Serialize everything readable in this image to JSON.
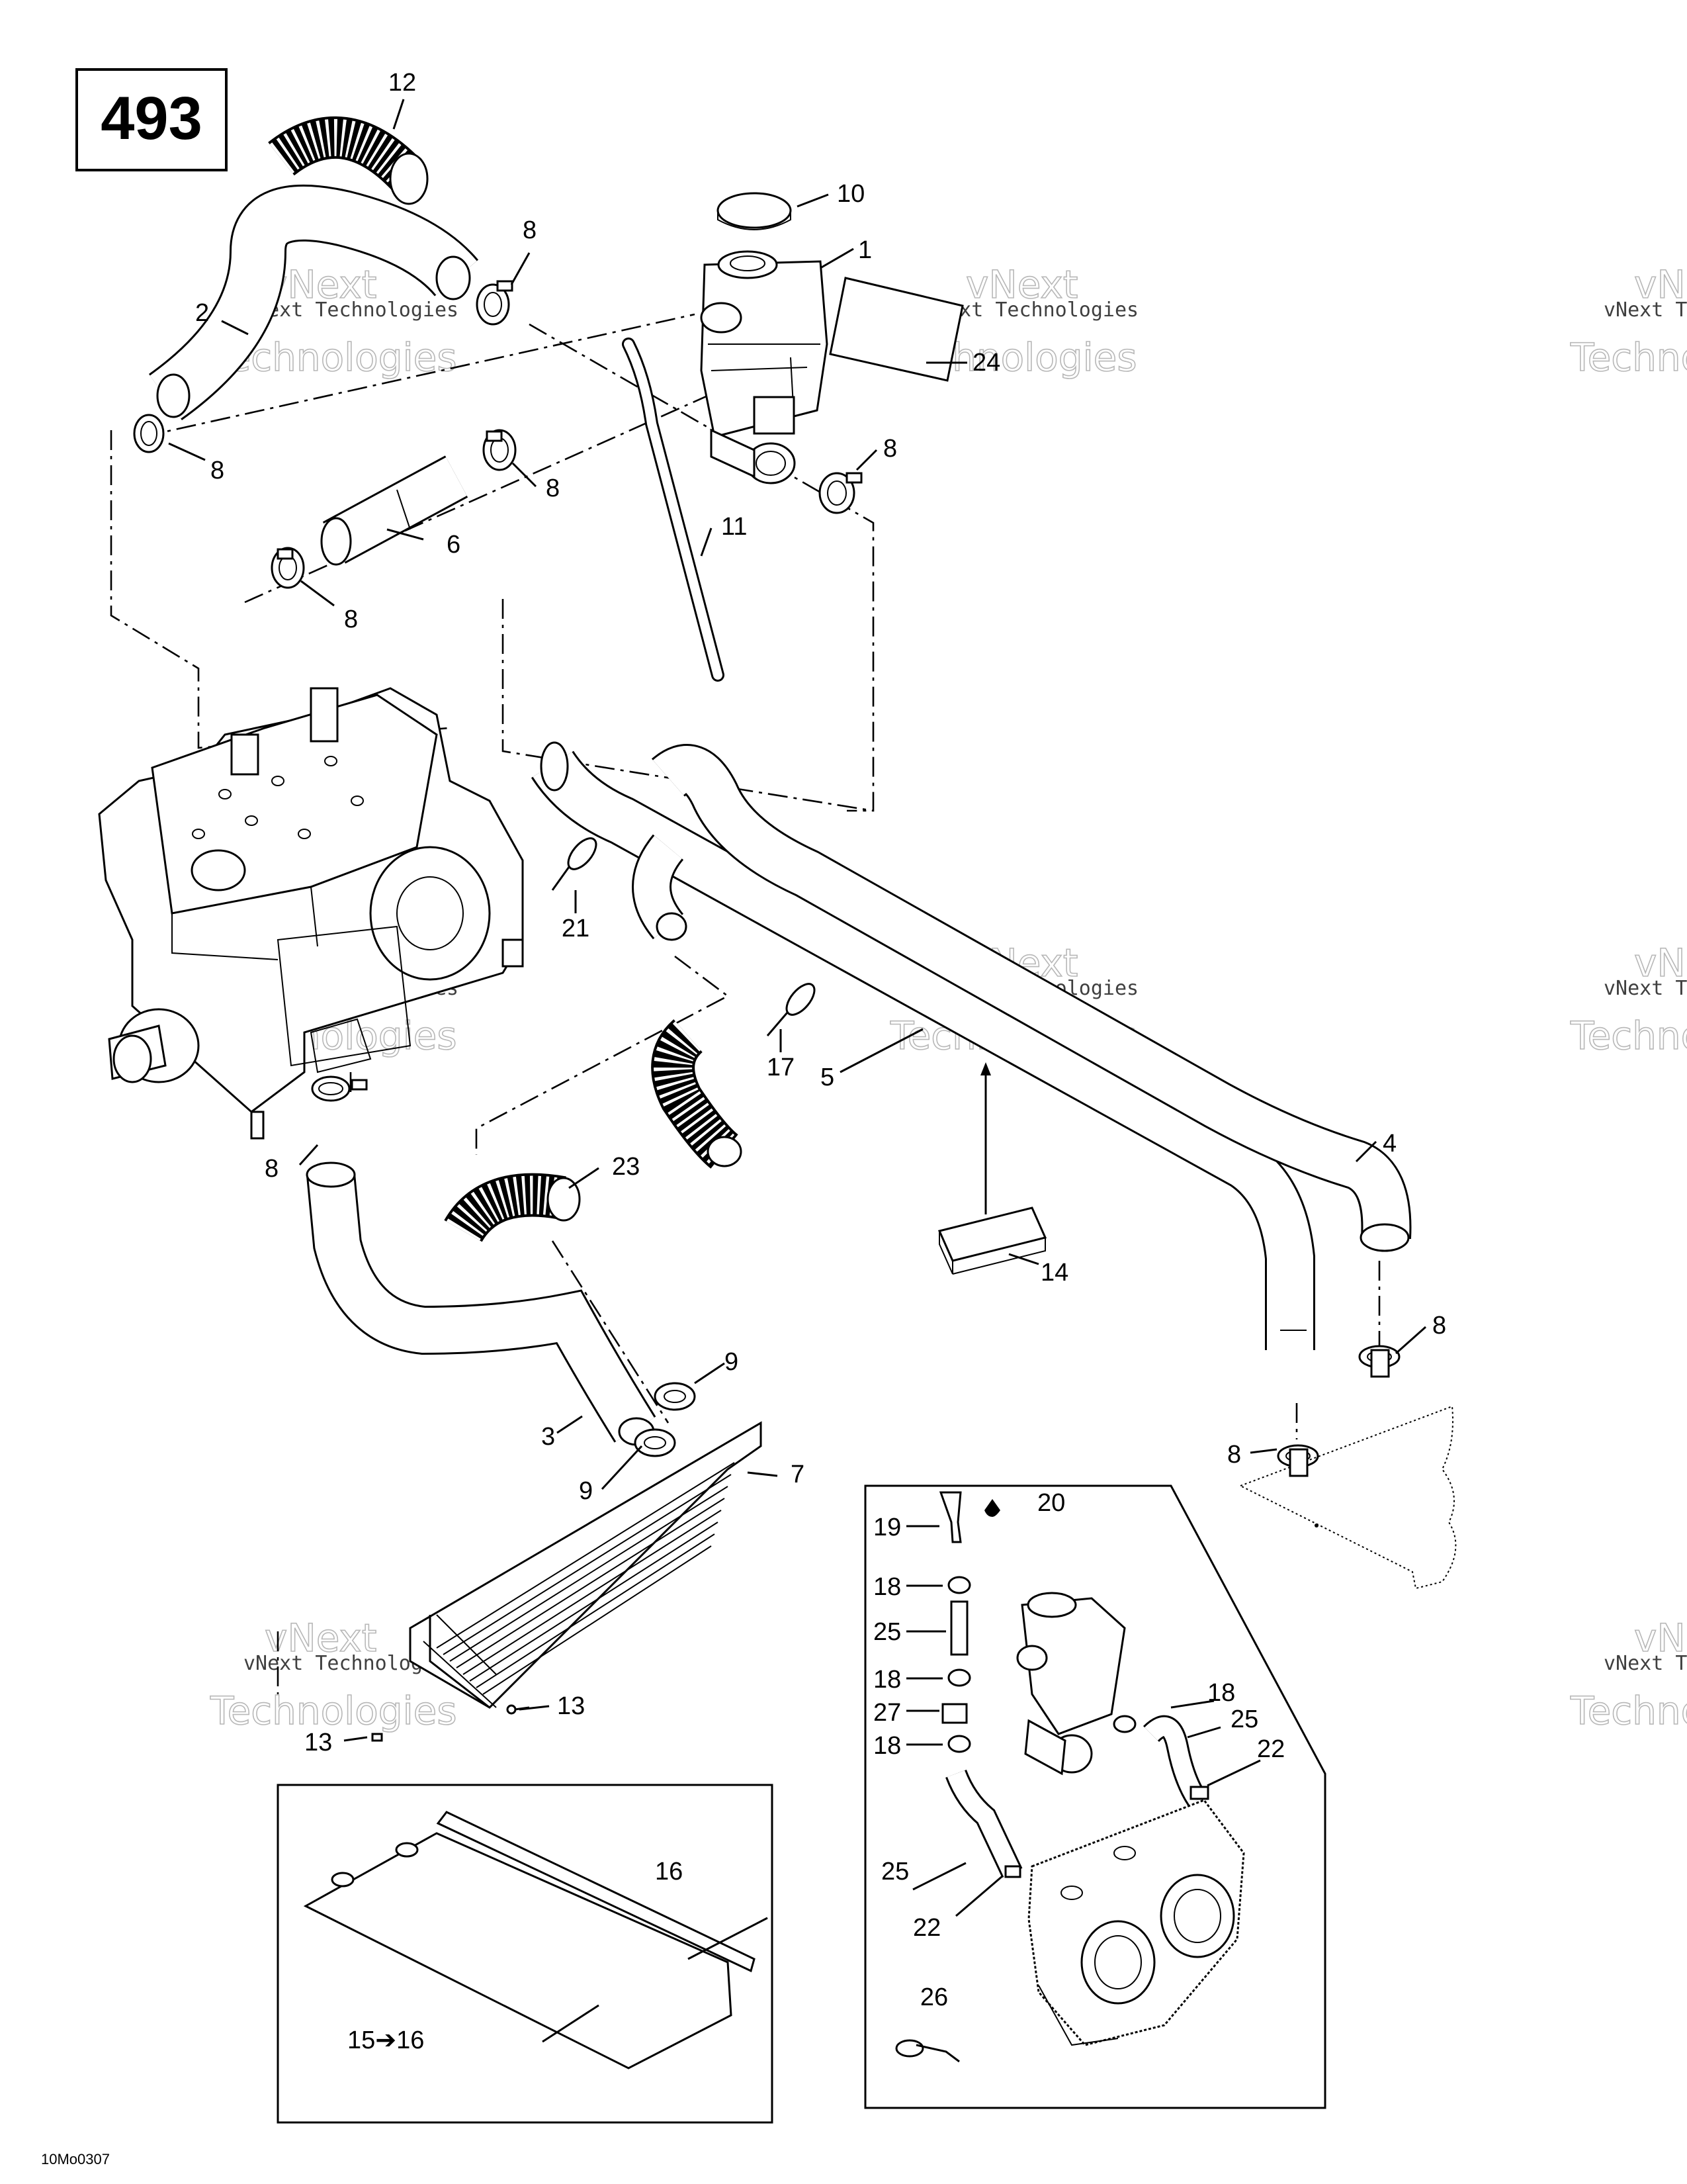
{
  "diagram_id": "493",
  "footer_code": "10Mo0307",
  "watermark": {
    "line1": "vNext Technologies",
    "line2": "Technologies",
    "top": "vNext"
  },
  "insert_arrow_label": "15➔16",
  "callouts": {
    "c1": "1",
    "c2": "2",
    "c3": "3",
    "c4": "4",
    "c5": "5",
    "c6": "6",
    "c7": "7",
    "c8a": "8",
    "c8b": "8",
    "c8c": "8",
    "c8d": "8",
    "c8e": "8",
    "c8f": "8",
    "c8g": "8",
    "c9a": "9",
    "c9b": "9",
    "c10": "10",
    "c11": "11",
    "c12": "12",
    "c13a": "13",
    "c13b": "13",
    "c14": "14",
    "c16": "16",
    "c17": "17",
    "c18a": "18",
    "c18b": "18",
    "c18c": "18",
    "c18d": "18",
    "c19": "19",
    "c20": "20",
    "c21": "21",
    "c22a": "22",
    "c22b": "22",
    "c23": "23",
    "c24": "24",
    "c25a": "25",
    "c25b": "25",
    "c25c": "25",
    "c26": "26",
    "c27": "27"
  }
}
